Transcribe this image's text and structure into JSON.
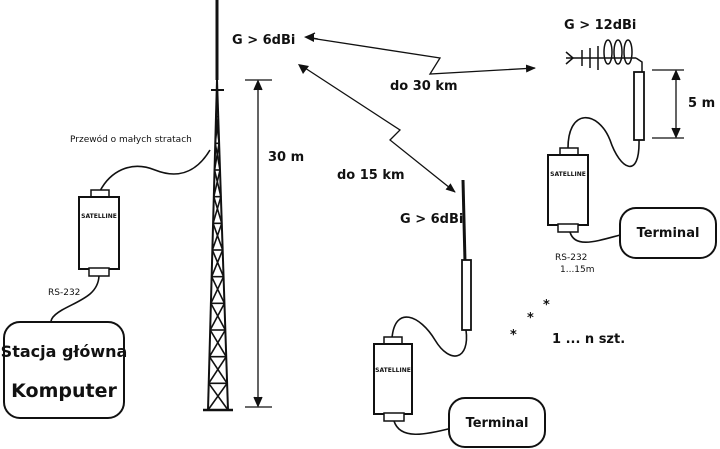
{
  "labels": {
    "gain_main": "G > 6dBi",
    "gain_right": "G > 12dBi",
    "gain_bottom": "G > 6dBi",
    "dist_30km": "do 30 km",
    "dist_15km": "do 15 km",
    "mast_height": "30 m",
    "antenna_height": "5 m",
    "cable_label": "Przewód o małych stratach",
    "rs232_left": "RS-232",
    "rs232_right": "RS-232",
    "cable_range": "1...15m",
    "count_label": "1 ... n szt.",
    "asterisk": "*"
  },
  "devices": {
    "radio_left": "SATELLINE",
    "radio_right": "SATELLINE",
    "radio_bottom": "SATELLINE"
  },
  "stations": {
    "main_line1": "Stacja główna",
    "main_line2": "Komputer",
    "terminal_right": "Terminal",
    "terminal_bottom": "Terminal"
  }
}
